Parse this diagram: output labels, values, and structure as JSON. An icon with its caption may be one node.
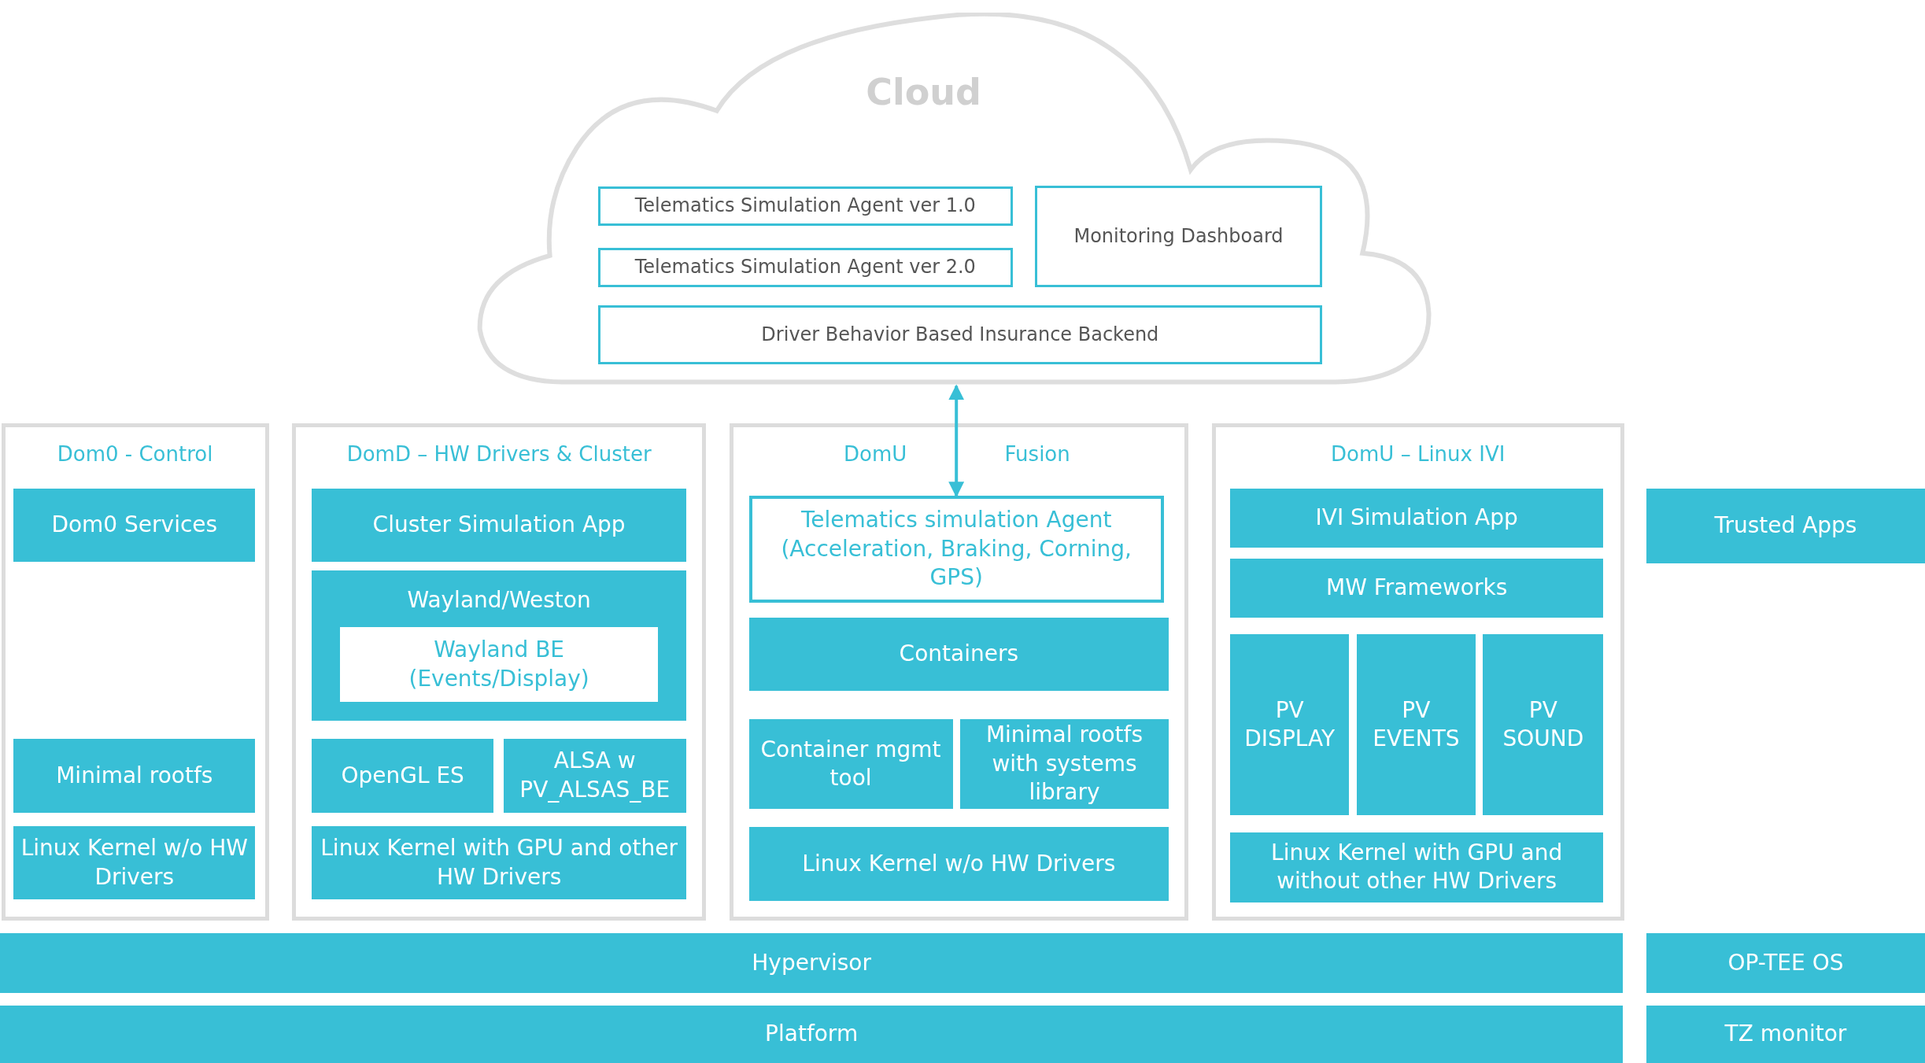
{
  "diagram": {
    "nodes": [
      {
        "text": [
          "Cloud"
        ]
      },
      {
        "text": [
          "Telematics Simulation Agent ver 1.0"
        ],
        "in": 0
      },
      {
        "text": [
          "Telematics Simulation Agent ver 2.0"
        ],
        "in": 0
      },
      {
        "text": [
          "Monitoring Dashboard"
        ],
        "in": 0
      },
      {
        "text": [
          "Driver Behavior Based Insurance Backend"
        ],
        "in": 0
      },
      {
        "text": [
          "Dom0 - Control"
        ]
      },
      {
        "text": [
          "Dom0 Services"
        ],
        "in": 5
      },
      {
        "text": [
          "Minimal rootfs"
        ],
        "in": 5
      },
      {
        "text": [
          "Linux Kernel w/o HW Drivers"
        ],
        "in": 5
      },
      {
        "text": [
          "DomD – HW Drivers & Cluster"
        ]
      },
      {
        "text": [
          "Cluster Simulation App"
        ],
        "in": 9
      },
      {
        "text": [
          "Wayland/Weston"
        ],
        "in": 9
      },
      {
        "text": [
          "Wayland BE (Events/Display)"
        ],
        "in": 11
      },
      {
        "text": [
          "OpenGL ES"
        ],
        "in": 9
      },
      {
        "text": [
          "ALSA w PV_ALSAS_BE"
        ],
        "in": 9
      },
      {
        "text": [
          "Linux Kernel with GPU and other HW Drivers"
        ],
        "in": 9
      },
      {
        "text": [
          "DomU",
          "Fusion"
        ]
      },
      {
        "text": [
          "Telematics simulation Agent (Acceleration, Braking, Corning, GPS)"
        ],
        "in": 16
      },
      {
        "text": [
          "Containers"
        ],
        "in": 16
      },
      {
        "text": [
          "Container mgmt tool"
        ],
        "in": 16
      },
      {
        "text": [
          "Minimal rootfs with systems library"
        ],
        "in": 16
      },
      {
        "text": [
          "Linux Kernel w/o HW Drivers"
        ],
        "in": 16
      },
      {
        "text": [
          "DomU – Linux IVI"
        ]
      },
      {
        "text": [
          "IVI Simulation App"
        ],
        "in": 22
      },
      {
        "text": [
          "MW Frameworks"
        ],
        "in": 22
      },
      {
        "text": [
          "PV DISPLAY"
        ],
        "in": 22
      },
      {
        "text": [
          "PV EVENTS"
        ],
        "in": 22
      },
      {
        "text": [
          "PV SOUND"
        ],
        "in": 22
      },
      {
        "text": [
          "Linux Kernel with GPU and without other HW Drivers"
        ],
        "in": 22
      },
      {
        "text": [
          "Trusted Apps"
        ]
      },
      {
        "text": [
          "Hypervisor"
        ]
      },
      {
        "text": [
          "OP-TEE OS"
        ]
      },
      {
        "text": [
          "Platform"
        ]
      },
      {
        "text": [
          "TZ monitor"
        ]
      }
    ],
    "edges": [
      {
        "from": 0,
        "to": 17,
        "arrow": "both"
      }
    ]
  }
}
